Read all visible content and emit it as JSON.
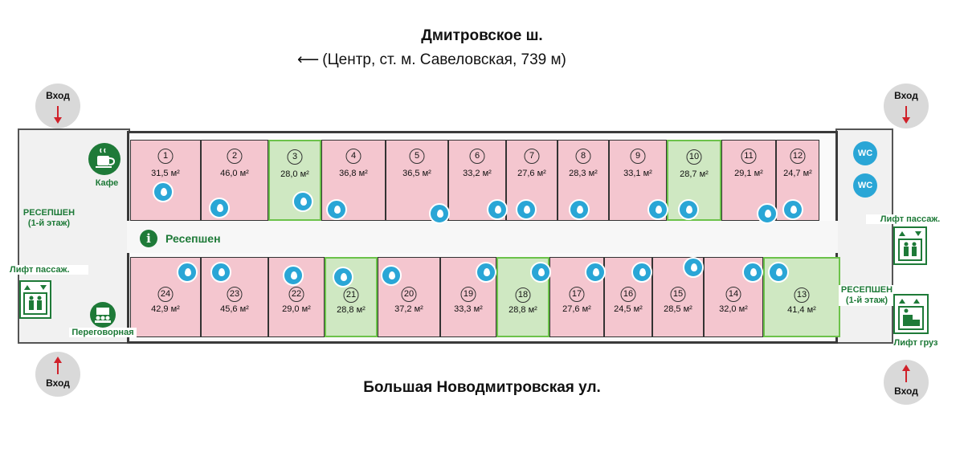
{
  "streets": {
    "top_name": "Дмитровское ш.",
    "top_direction": "(Центр, ст. м. Савеловская, 739 м)",
    "bottom_name": "Большая Новодмитровская ул."
  },
  "entrances": [
    {
      "label": "Вход",
      "arrow": "down"
    },
    {
      "label": "Вход",
      "arrow": "down"
    },
    {
      "label": "Вход",
      "arrow": "up"
    },
    {
      "label": "Вход",
      "arrow": "up"
    }
  ],
  "rooms_top": [
    {
      "num": "1",
      "area": "31,5 м²",
      "status": "pink"
    },
    {
      "num": "2",
      "area": "46,0 м²",
      "status": "pink"
    },
    {
      "num": "3",
      "area": "28,0 м²",
      "status": "green"
    },
    {
      "num": "4",
      "area": "36,8 м²",
      "status": "pink"
    },
    {
      "num": "5",
      "area": "36,5 м²",
      "status": "pink"
    },
    {
      "num": "6",
      "area": "33,2 м²",
      "status": "pink"
    },
    {
      "num": "7",
      "area": "27,6 м²",
      "status": "pink"
    },
    {
      "num": "8",
      "area": "28,3 м²",
      "status": "pink"
    },
    {
      "num": "9",
      "area": "33,1 м²",
      "status": "pink"
    },
    {
      "num": "10",
      "area": "28,7 м²",
      "status": "green"
    },
    {
      "num": "11",
      "area": "29,1 м²",
      "status": "pink"
    },
    {
      "num": "12",
      "area": "24,7 м²",
      "status": "pink"
    }
  ],
  "rooms_bottom": [
    {
      "num": "24",
      "area": "42,9 м²",
      "status": "pink"
    },
    {
      "num": "23",
      "area": "45,6 м²",
      "status": "pink"
    },
    {
      "num": "22",
      "area": "29,0 м²",
      "status": "pink"
    },
    {
      "num": "21",
      "area": "28,8 м²",
      "status": "green"
    },
    {
      "num": "20",
      "area": "37,2 м²",
      "status": "pink"
    },
    {
      "num": "19",
      "area": "33,3 м²",
      "status": "pink"
    },
    {
      "num": "18",
      "area": "28,8 м²",
      "status": "green"
    },
    {
      "num": "17",
      "area": "27,6 м²",
      "status": "pink"
    },
    {
      "num": "16",
      "area": "24,5 м²",
      "status": "pink"
    },
    {
      "num": "15",
      "area": "28,5 м²",
      "status": "pink"
    },
    {
      "num": "14",
      "area": "32,0 м²",
      "status": "pink"
    },
    {
      "num": "13",
      "area": "41,4 м²",
      "status": "green"
    }
  ],
  "labels": {
    "cafe": "Кафе",
    "reception_center": "Ресепшен",
    "reception_left": "РЕСЕПШЕН\n(1-й этаж)",
    "reception_right": "РЕСЕПШЕН\n(1-й этаж)",
    "lift_pass_left": "Лифт пассаж.",
    "lift_pass_right": "Лифт пассаж.",
    "lift_cargo": "Лифт груз",
    "meeting_room": "Переговорная",
    "wc": "WC"
  },
  "colors": {
    "room_occupied": "#f4c6cf",
    "room_available": "#cfe8c2",
    "water_marker": "#2aa6d6",
    "label_green": "#1e7a38"
  },
  "icons": [
    "water-drop-icon",
    "coffee-cup-icon",
    "info-icon",
    "elevator-icon",
    "cargo-elevator-icon",
    "meeting-room-icon",
    "wc-icon"
  ]
}
